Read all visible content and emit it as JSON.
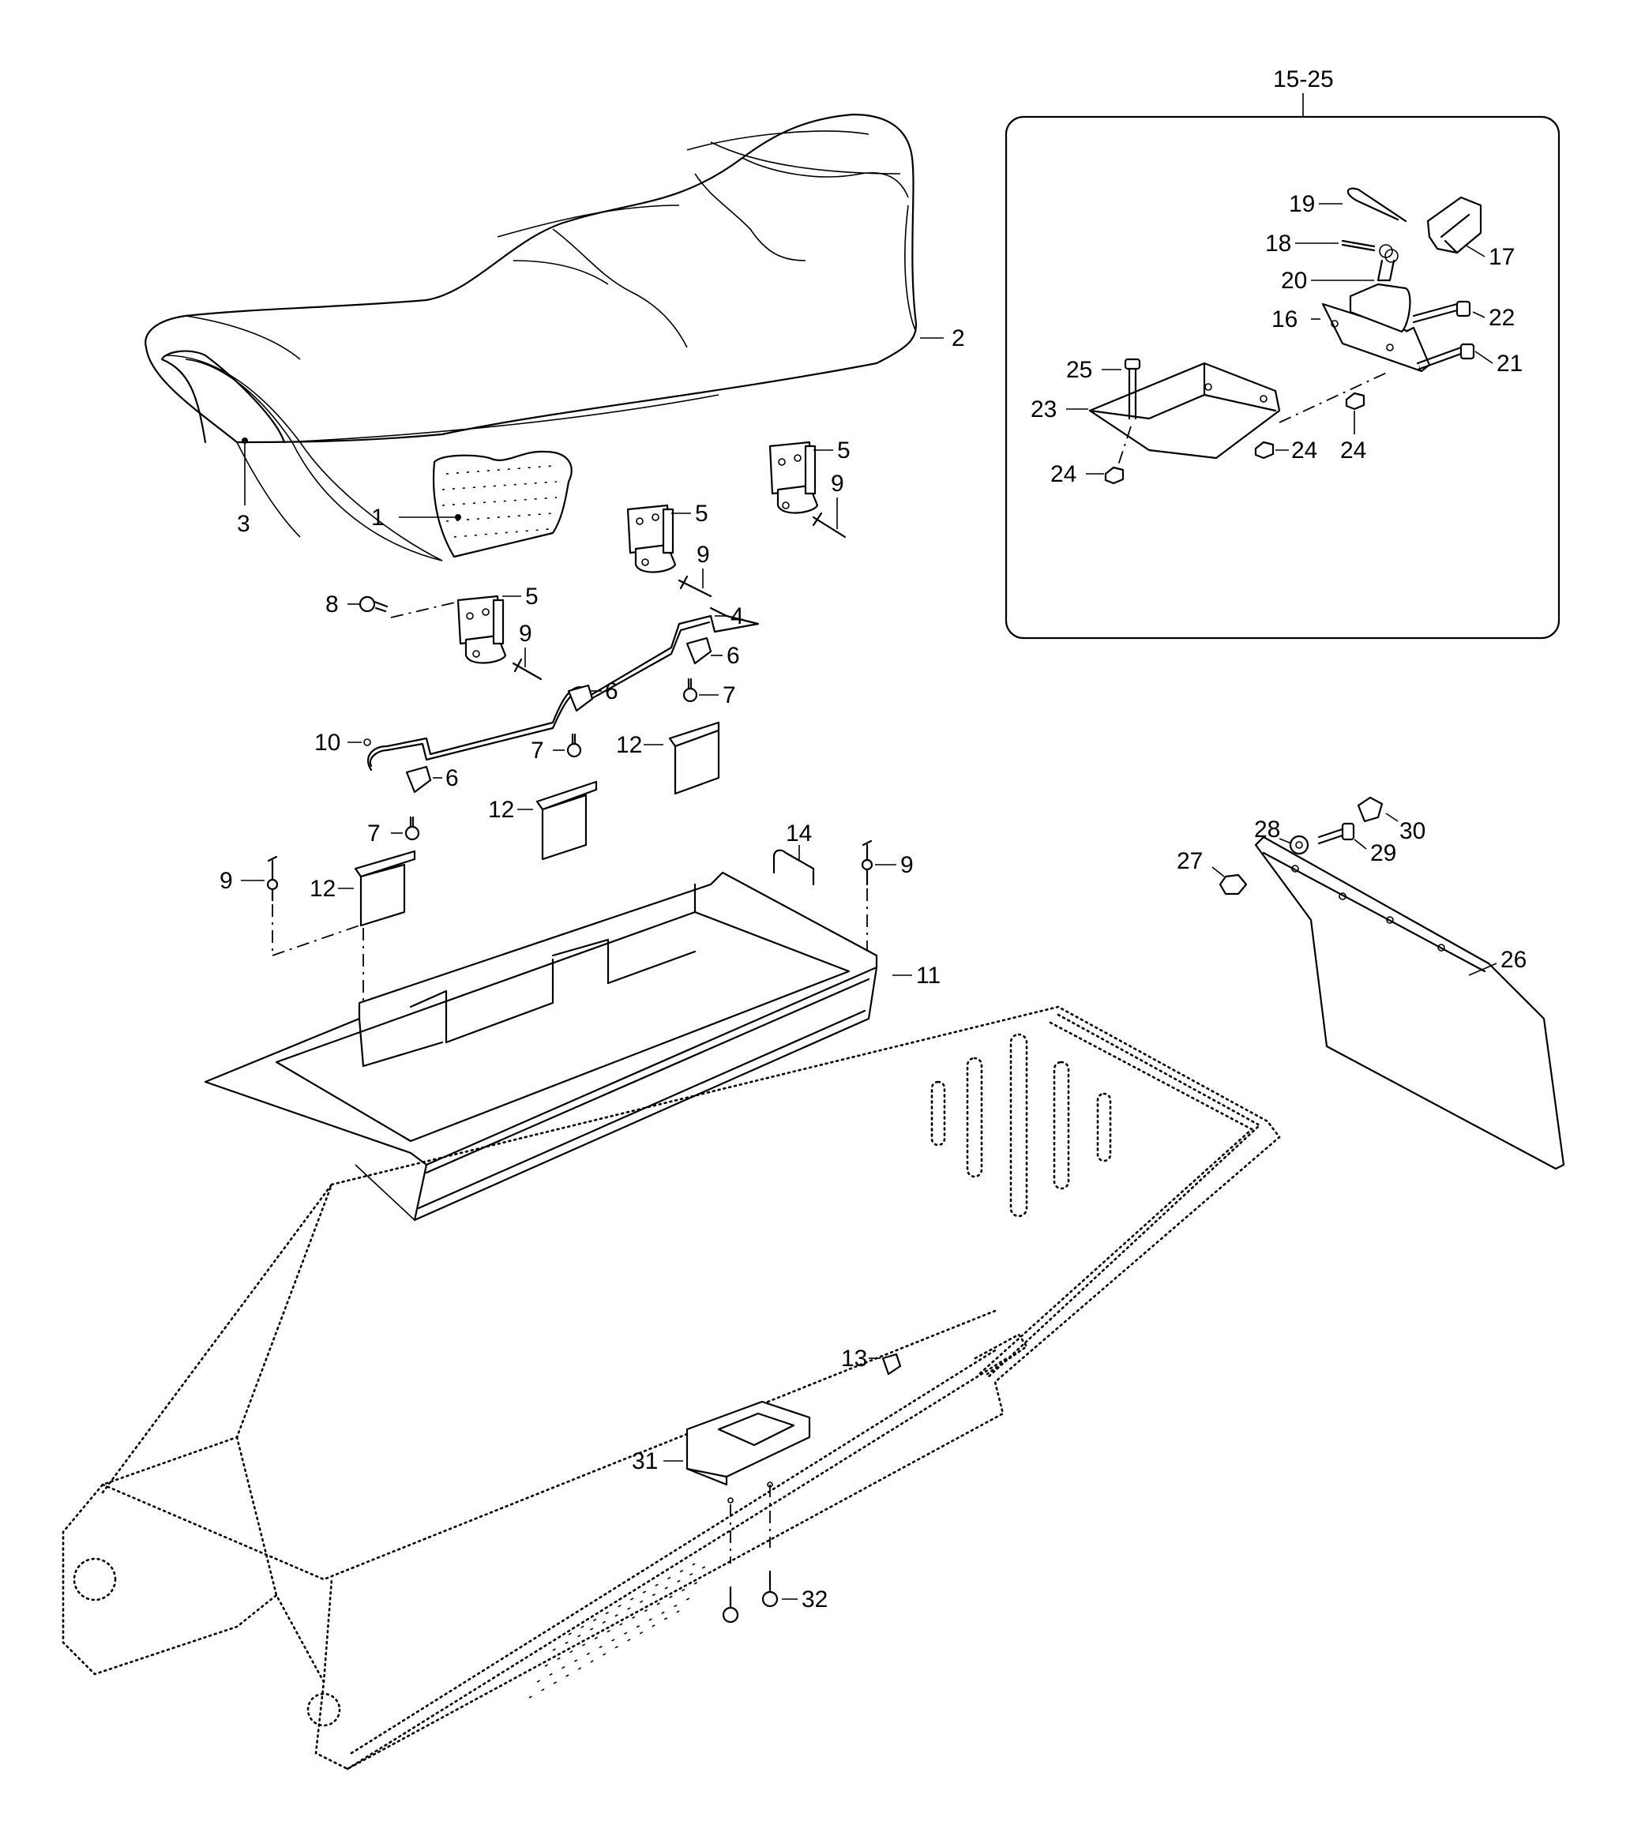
{
  "callouts": {
    "c1": "1",
    "c2": "2",
    "c3": "3",
    "c4": "4",
    "c5a": "5",
    "c5b": "5",
    "c5c": "5",
    "c6a": "6",
    "c6b": "6",
    "c6c": "6",
    "c7a": "7",
    "c7b": "7",
    "c7c": "7",
    "c8": "8",
    "c9a": "9",
    "c9b": "9",
    "c9c": "9",
    "c9d": "9",
    "c9e": "9",
    "c10": "10",
    "c11": "11",
    "c12a": "12",
    "c12b": "12",
    "c12c": "12",
    "c13": "13",
    "c14": "14",
    "c15_25": "15-25",
    "c16": "16",
    "c17": "17",
    "c18": "18",
    "c19": "19",
    "c20": "20",
    "c21": "21",
    "c22": "22",
    "c23": "23",
    "c24a": "24",
    "c24b": "24",
    "c24c": "24",
    "c25": "25",
    "c26": "26",
    "c27": "27",
    "c28": "28",
    "c29": "29",
    "c30": "30",
    "c31": "31",
    "c32": "32"
  }
}
